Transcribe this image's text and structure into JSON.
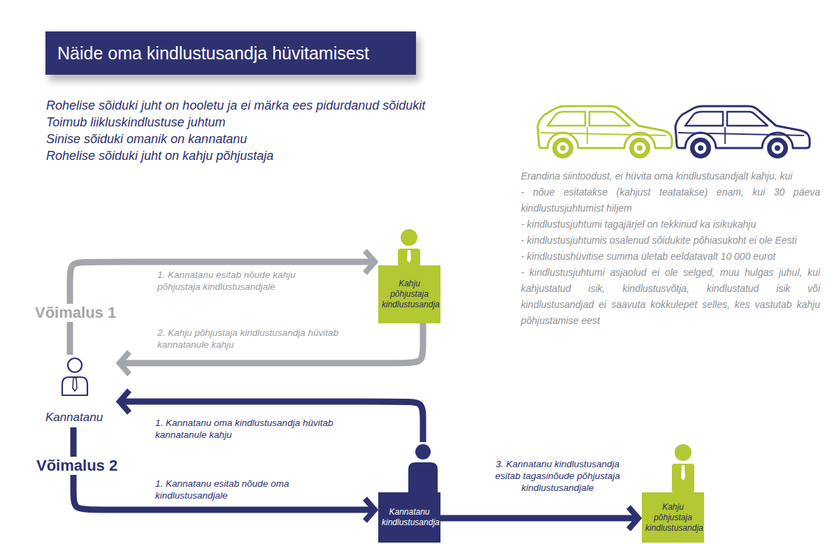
{
  "diagram": {
    "title": "Näide oma kindlustusandja hüvitamisest",
    "nodes": [
      {
        "text": [
          "Kannatanu"
        ]
      },
      {
        "text": [
          "Kahju põhjustaja kindlustusandja"
        ]
      },
      {
        "text": [
          "Kannatanu kindlustusandja"
        ]
      },
      {
        "text": [
          "Kahju põhjustaja kindlustusandja"
        ]
      }
    ],
    "edges": [
      {
        "from": 0,
        "to": 1,
        "arrow": "to",
        "label": "1. Kannatanu esitab nõude kahju põhjustaja kindlustusandjale"
      },
      {
        "from": 1,
        "to": 0,
        "arrow": "to",
        "label": "2. Kahju põhjustaja kindlustusandja hüvitab kannatanule kahju"
      },
      {
        "from": 2,
        "to": 0,
        "arrow": "to",
        "label": "1. Kannatanu oma kindlustusandja hüvitab kannatanule kahju"
      },
      {
        "from": 0,
        "to": 2,
        "arrow": "to",
        "label": "1. Kannatanu esitab nõude oma kindlustusandjale"
      },
      {
        "from": 2,
        "to": 3,
        "arrow": "to",
        "label": "3. Kannatanu kindlustusandja esitab tagasinõude põhjustaja kindlustusandjale"
      }
    ],
    "labels": [
      "Rohelise sõiduki juht on hooletu ja ei märka ees pidurdanud sõidukit",
      "Toimub liikluskindlustuse juhtum",
      "Sinise sõiduki omanik on kannatanu",
      "Rohelise sõiduki juht on kahju põhjustaja",
      "Erandina siintoodust, ei hüvita oma kindlustusandjalt kahju, kui",
      "- nõue esitatakse (kahjust teatatakse) enam, kui 30 päeva kindlustusjuhtumist hiljem",
      "- kindlustusjuhtumi tagajärjel on tekkinud ka isikukahju",
      "- kindlustusjuhtumis osalenud sõidukite põhiasukoht ei ole Eesti",
      "- kindlustushüvitise summa ületab eeldatavalt 10 000 eurot",
      "- kindlustusjuhtumi asjaolud ei ole selged, muu hulgas juhul, kui kahjustatud isik, kindlustusvõtja, kindlustatud isik või kindlustusandjad ei saavuta kokkulepet selles, kes vastutab kahju põhjustamise eest",
      "Võimalus 1",
      "Võimalus 2"
    ]
  }
}
